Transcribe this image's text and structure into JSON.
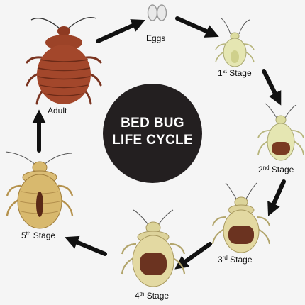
{
  "title": {
    "line1": "BED BUG",
    "line2": "LIFE CYCLE"
  },
  "stages": [
    {
      "key": "eggs",
      "label": "Eggs",
      "sup": ""
    },
    {
      "key": "stage1",
      "label": "1",
      "sup": "st",
      "suffix": " Stage"
    },
    {
      "key": "stage2",
      "label": "2",
      "sup": "nd",
      "suffix": " Stage"
    },
    {
      "key": "stage3",
      "label": "3",
      "sup": "rd",
      "suffix": " Stage"
    },
    {
      "key": "stage4",
      "label": "4",
      "sup": "th",
      "suffix": " Stage"
    },
    {
      "key": "stage5",
      "label": "5",
      "sup": "th",
      "suffix": " Stage"
    },
    {
      "key": "adult",
      "label": "Adult",
      "sup": ""
    }
  ],
  "colors": {
    "background": "#f5f5f5",
    "circle": "#231f20",
    "arrow": "#111111",
    "adult_body": "#a3472b",
    "nymph_pale": "#e5e6b2",
    "nymph_mid": "#e3d9a2",
    "nymph_tan": "#d8b96e",
    "fed_dark": "#6b3320",
    "egg": "#e9e9e9"
  }
}
